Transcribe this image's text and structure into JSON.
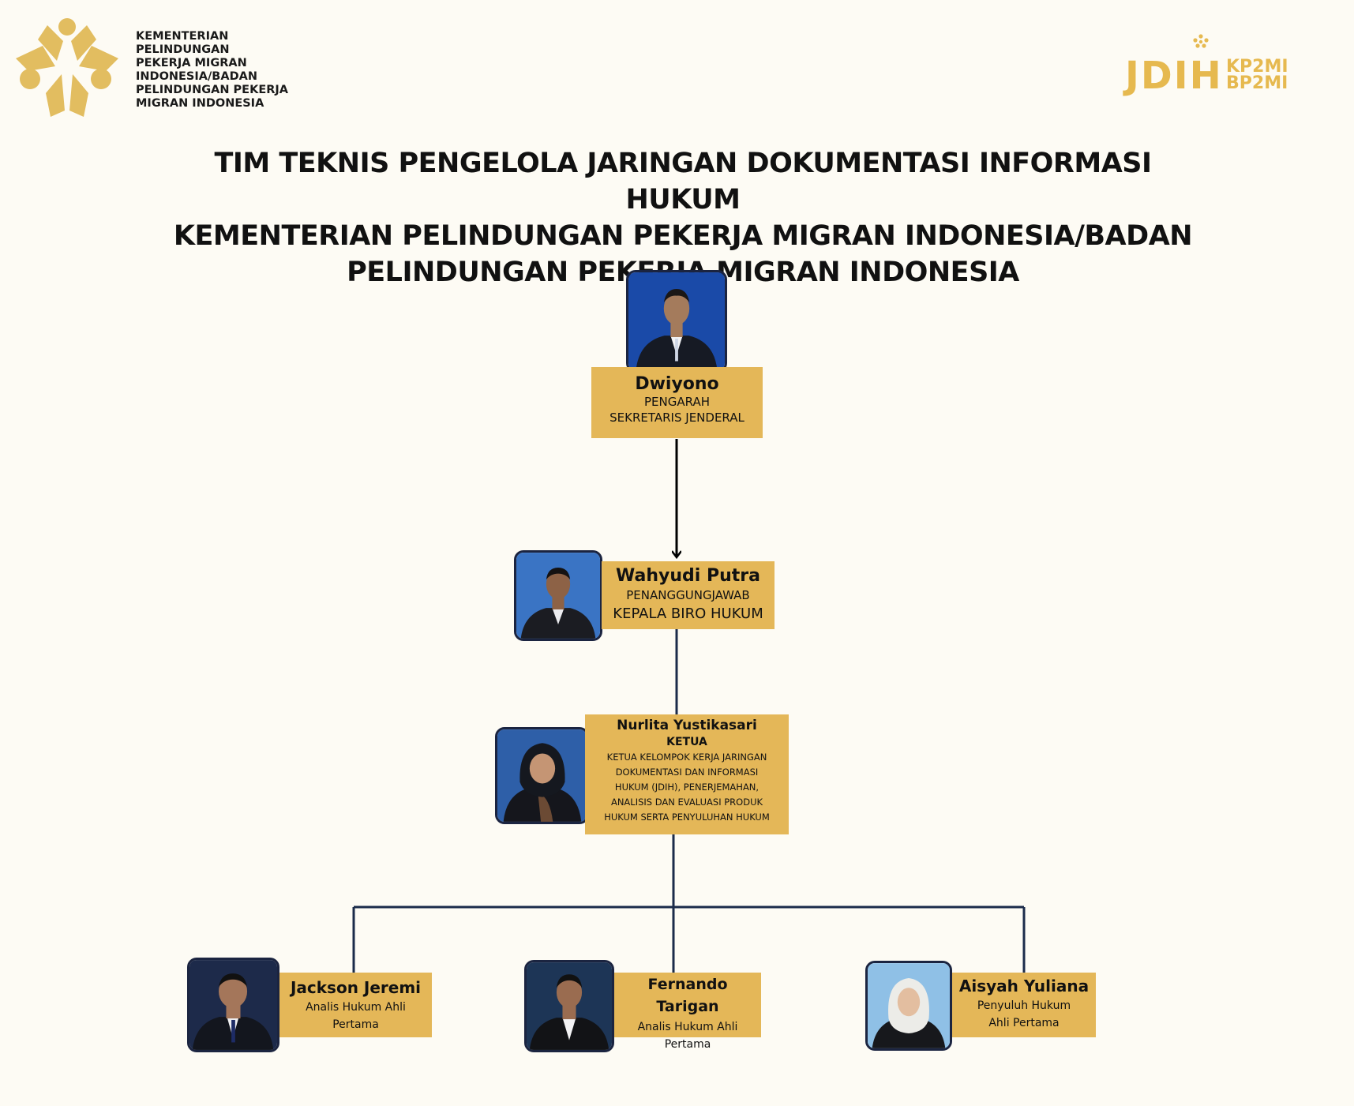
{
  "header": {
    "ministry_lines": [
      "KEMENTERIAN",
      "PELINDUNGAN",
      "PEKERJA MIGRAN",
      "INDONESIA/BADAN",
      "PELINDUNGAN PEKERJA",
      "MIGRAN INDONESIA"
    ],
    "jdih_main": "JDIH",
    "jdih_sub_1": "KP2MI",
    "jdih_sub_2": "BP2MI"
  },
  "title_lines": [
    "TIM TEKNIS PENGELOLA JARINGAN DOKUMENTASI INFORMASI HUKUM",
    "KEMENTERIAN PELINDUNGAN PEKERJA MIGRAN INDONESIA/BADAN",
    "PELINDUNGAN PEKERJA MIGRAN INDONESIA"
  ],
  "colors": {
    "card": "#e4b758",
    "connector": "#1b2b4a",
    "logo_gold": "#e2bd60",
    "background": "#fdfbf4"
  },
  "people": {
    "pengarah": {
      "name": "Dwiyono",
      "role": "PENGARAH",
      "position": "SEKRETARIS JENDERAL",
      "photo_bg": "#1a4aa8"
    },
    "penanggungjawab": {
      "name": "Wahyudi Putra",
      "role": "PENANGGUNGJAWAB",
      "position": "KEPALA BIRO HUKUM",
      "photo_bg": "#3a74c4"
    },
    "ketua": {
      "name": "Nurlita Yustikasari",
      "role": "KETUA",
      "position_lines": [
        "KETUA KELOMPOK KERJA JARINGAN",
        "DOKUMENTASI DAN INFORMASI",
        "HUKUM (JDIH), PENERJEMAHAN,",
        "ANALISIS DAN EVALUASI PRODUK",
        "HUKUM SERTA PENYULUHAN HUKUM"
      ],
      "photo_bg": "#2e5fa8"
    },
    "members": [
      {
        "name": "Jackson Jeremi",
        "position_1": "Analis Hukum Ahli",
        "position_2": "Pertama",
        "photo_bg": "#1d2a4a"
      },
      {
        "name": "Fernando Tarigan",
        "position_1": "Analis Hukum Ahli",
        "position_2": "Pertama",
        "photo_bg": "#1d3556"
      },
      {
        "name": "Aisyah Yuliana",
        "position_1": "Penyuluh Hukum",
        "position_2": "Ahli Pertama",
        "photo_bg": "#8fc0e6"
      }
    ]
  }
}
